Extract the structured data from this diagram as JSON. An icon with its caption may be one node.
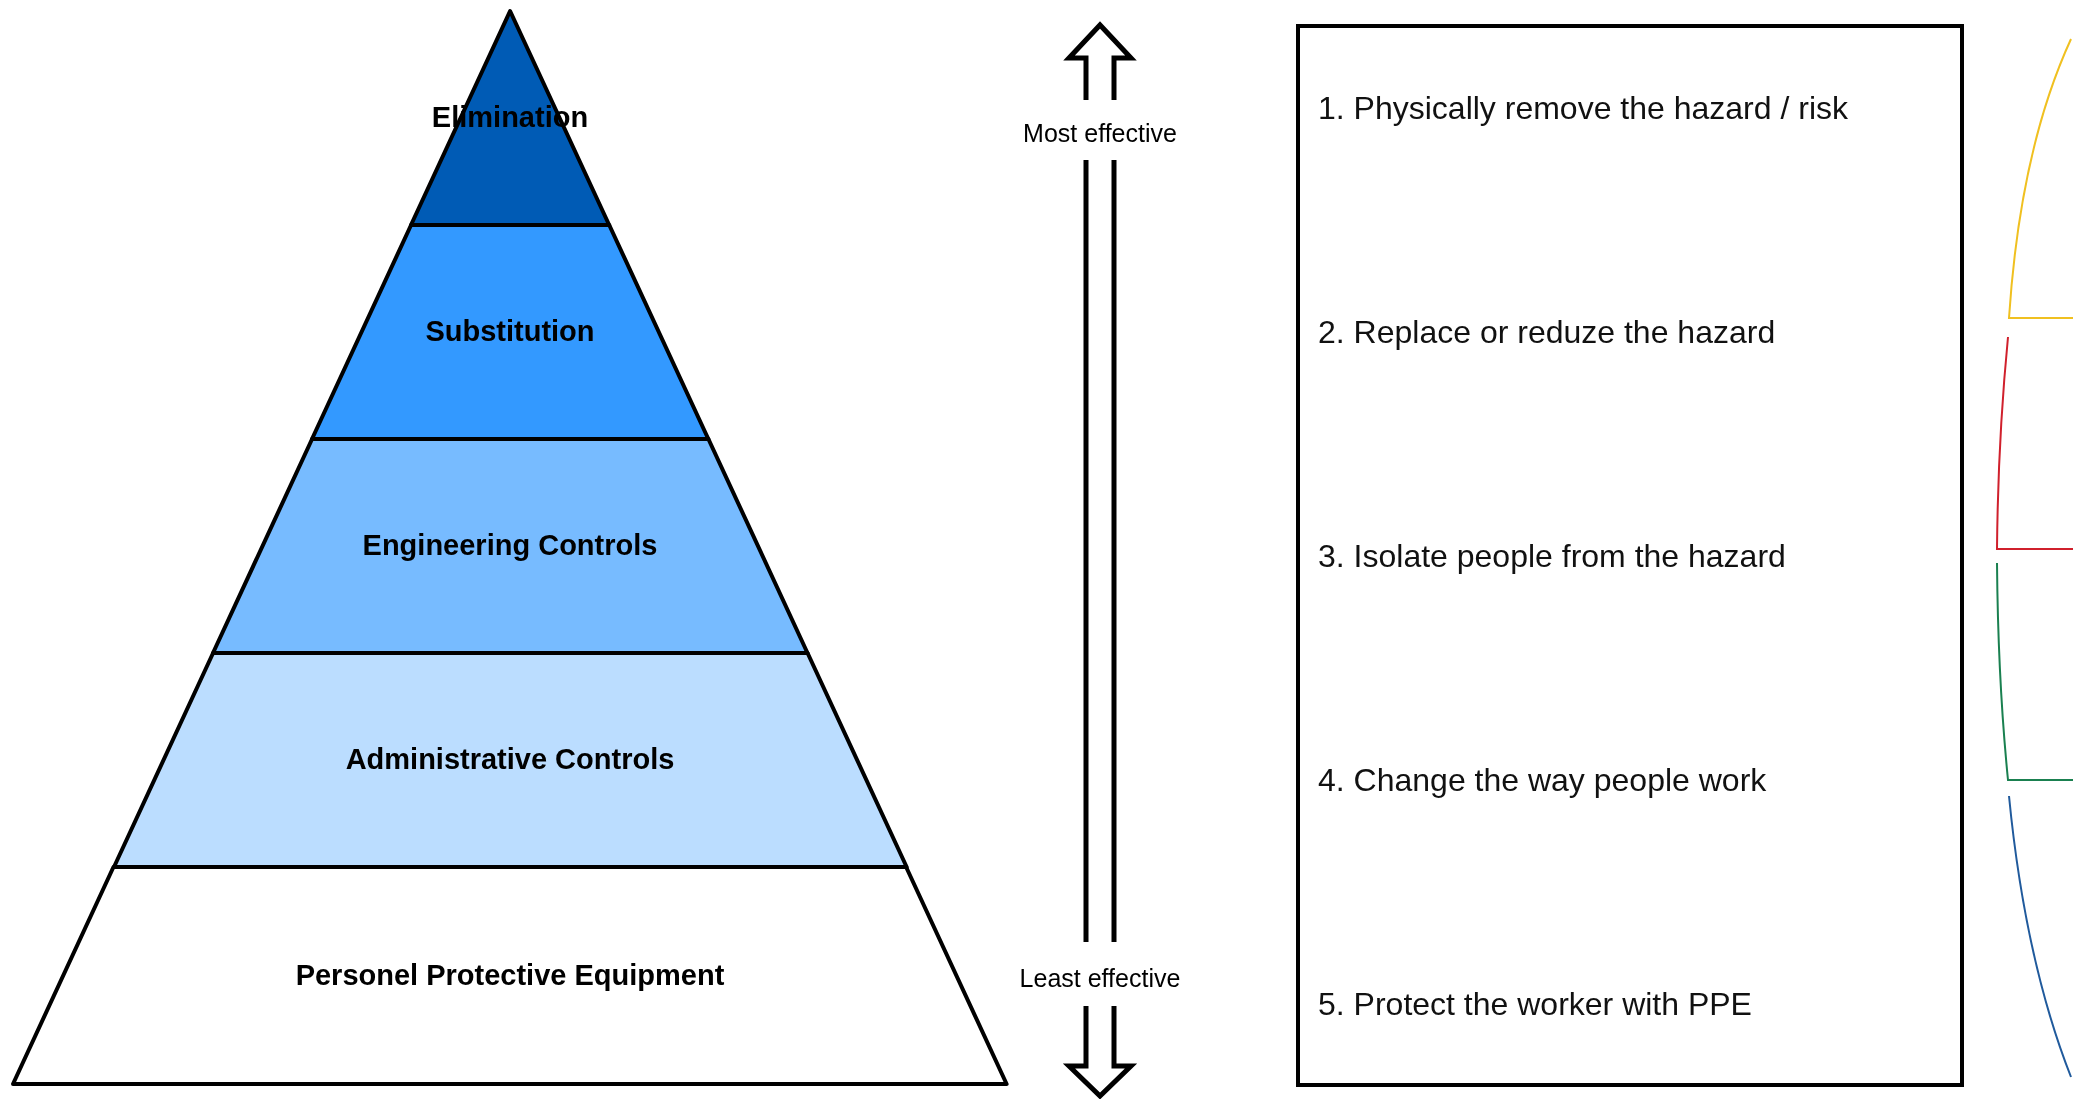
{
  "diagram": {
    "nodes": [
      {
        "text": [
          "Elimination"
        ]
      },
      {
        "text": [
          "Substitution"
        ]
      },
      {
        "text": [
          "Engineering Controls"
        ]
      },
      {
        "text": [
          "Administrative Controls"
        ]
      },
      {
        "text": [
          "Personel Protective Equipment"
        ]
      },
      {
        "text": [
          "1. Physically remove the hazard / risk",
          "2. Replace or reduze the hazard",
          "3. Isolate people from the hazard",
          "4. Change the way people work",
          "5. Protect the worker with PPE"
        ]
      }
    ],
    "labels": [
      "Most effective",
      "Least effective"
    ]
  }
}
